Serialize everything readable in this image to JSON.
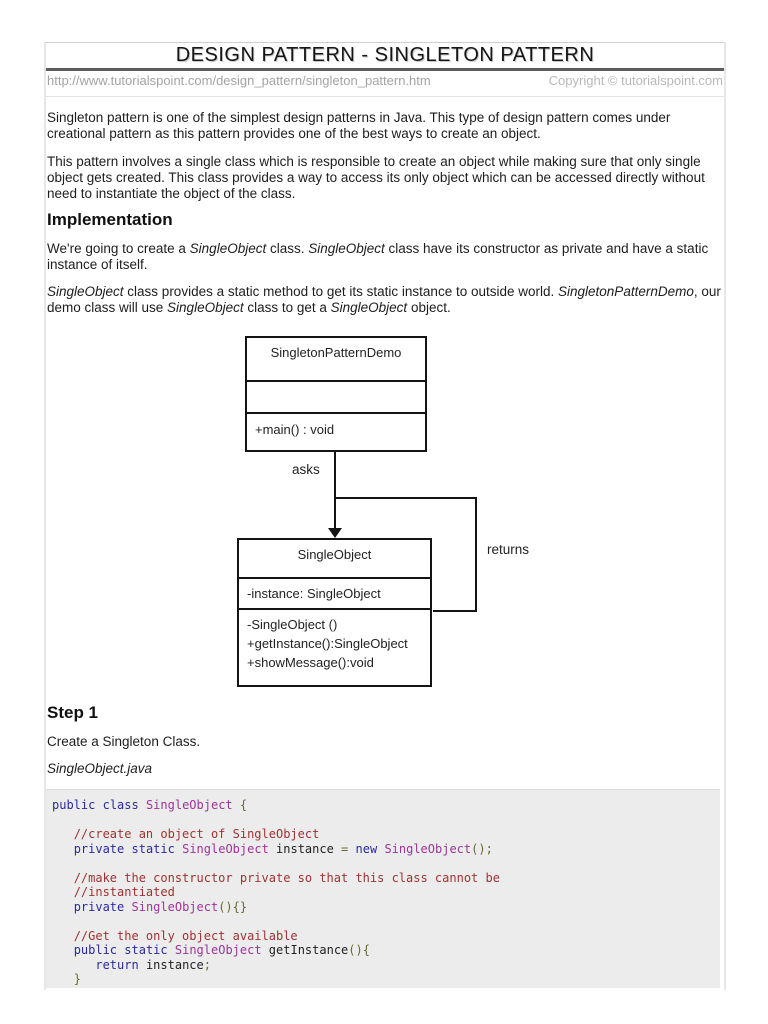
{
  "theme": {
    "kwd": "#2a2a9c",
    "typ": "#9c3598",
    "com": "#9e3232",
    "pun": "#6b6b2b",
    "pln": "#1f1f1f",
    "page_border": "#e7e7e7",
    "rule_dark": "#5c5c5c",
    "code_bg": "#ececec"
  },
  "header": {
    "title": "DESIGN PATTERN - SINGLETON PATTERN",
    "url": "http://www.tutorialspoint.com/design_pattern/singleton_pattern.htm",
    "copyright": "Copyright © tutorialspoint.com"
  },
  "intro": {
    "p1": "Singleton pattern is one of the simplest design patterns in Java. This type of design pattern comes under creational pattern as this pattern provides one of the best ways to create an object.",
    "p2": "This pattern involves a single class which is responsible to create an object while making sure that only single object gets created. This class provides a way to access its only object which can be accessed directly without need to instantiate the object of the class."
  },
  "implementation": {
    "heading": "Implementation",
    "p1": [
      {
        "t": "We're going to create a "
      },
      {
        "t": "SingleObject",
        "i": true
      },
      {
        "t": " class. "
      },
      {
        "t": "SingleObject",
        "i": true
      },
      {
        "t": " class have its constructor as private and have a static instance of itself."
      }
    ],
    "p2": [
      {
        "t": "SingleObject",
        "i": true
      },
      {
        "t": " class provides a static method to get its static instance to outside world. "
      },
      {
        "t": "SingletonPatternDemo",
        "i": true
      },
      {
        "t": ", our demo class will use "
      },
      {
        "t": "SingleObject",
        "i": true
      },
      {
        "t": " class to get a "
      },
      {
        "t": "SingleObject",
        "i": true
      },
      {
        "t": " object."
      }
    ]
  },
  "diagram": {
    "class1": {
      "title": "SingletonPatternDemo",
      "attributes": "",
      "method": "+main() : void"
    },
    "class2": {
      "title": "SingleObject",
      "attribute": "-instance: SingleObject",
      "methods": [
        "-SingleObject ()",
        "+getInstance():SingleObject",
        "+showMessage():void"
      ]
    },
    "labels": {
      "asks": "asks",
      "returns": "returns"
    }
  },
  "step1": {
    "heading": "Step 1",
    "text": "Create a Singleton Class.",
    "filename": "SingleObject.java"
  },
  "code": {
    "lines": [
      [
        [
          "kwd",
          "public"
        ],
        [
          "pln",
          " "
        ],
        [
          "kwd",
          "class"
        ],
        [
          "pln",
          " "
        ],
        [
          "typ",
          "SingleObject"
        ],
        [
          "pln",
          " "
        ],
        [
          "pun",
          "{"
        ]
      ],
      [
        [
          "pln",
          ""
        ]
      ],
      [
        [
          "pln",
          "   "
        ],
        [
          "com",
          "//create an object of SingleObject"
        ]
      ],
      [
        [
          "pln",
          "   "
        ],
        [
          "kwd",
          "private"
        ],
        [
          "pln",
          " "
        ],
        [
          "kwd",
          "static"
        ],
        [
          "pln",
          " "
        ],
        [
          "typ",
          "SingleObject"
        ],
        [
          "pln",
          " instance "
        ],
        [
          "pun",
          "="
        ],
        [
          "pln",
          " "
        ],
        [
          "kwd",
          "new"
        ],
        [
          "pln",
          " "
        ],
        [
          "typ",
          "SingleObject"
        ],
        [
          "pun",
          "();"
        ]
      ],
      [
        [
          "pln",
          ""
        ]
      ],
      [
        [
          "pln",
          "   "
        ],
        [
          "com",
          "//make the constructor private so that this class cannot be"
        ]
      ],
      [
        [
          "pln",
          "   "
        ],
        [
          "com",
          "//instantiated"
        ]
      ],
      [
        [
          "pln",
          "   "
        ],
        [
          "kwd",
          "private"
        ],
        [
          "pln",
          " "
        ],
        [
          "typ",
          "SingleObject"
        ],
        [
          "pun",
          "(){}"
        ]
      ],
      [
        [
          "pln",
          ""
        ]
      ],
      [
        [
          "pln",
          "   "
        ],
        [
          "com",
          "//Get the only object available"
        ]
      ],
      [
        [
          "pln",
          "   "
        ],
        [
          "kwd",
          "public"
        ],
        [
          "pln",
          " "
        ],
        [
          "kwd",
          "static"
        ],
        [
          "pln",
          " "
        ],
        [
          "typ",
          "SingleObject"
        ],
        [
          "pln",
          " getInstance"
        ],
        [
          "pun",
          "(){"
        ]
      ],
      [
        [
          "pln",
          "      "
        ],
        [
          "kwd",
          "return"
        ],
        [
          "pln",
          " instance"
        ],
        [
          "pun",
          ";"
        ]
      ],
      [
        [
          "pln",
          "   "
        ],
        [
          "pun",
          "}"
        ]
      ]
    ]
  }
}
